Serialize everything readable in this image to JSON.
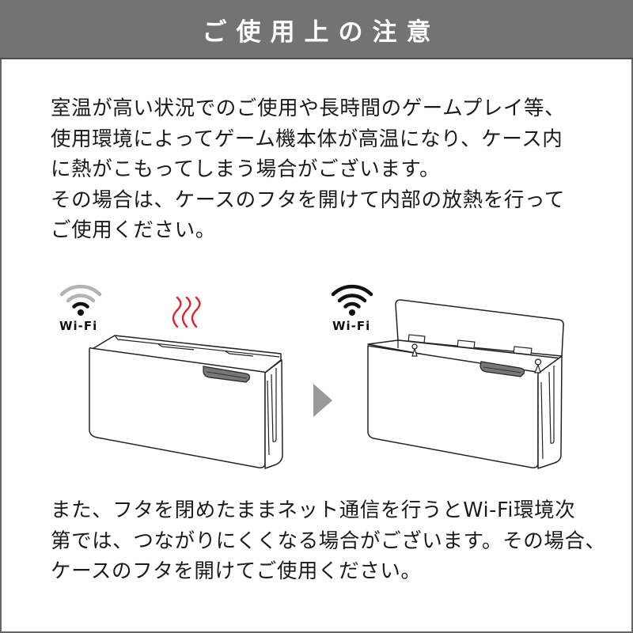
{
  "header": {
    "title": "ご使用上の注意",
    "background_color": "#737373",
    "text_color": "#ffffff"
  },
  "notice_paragraph_1": {
    "lines": [
      "室温が高い状況でのご使用や長時間のゲームプレイ等、",
      "使用環境によってゲーム機本体が高温になり、ケース内",
      "に熱がこもってしまう場合がございます。",
      "その場合は、ケースのフタを開けて内部の放熱を行って",
      "ご使用ください。"
    ]
  },
  "illustration": {
    "before": {
      "wifi_label": "Wi-Fi",
      "wifi_state": "weak-signal",
      "heat_icon": "heat-waves-icon",
      "heat_color": "#e0202a",
      "case_state": "lid-closed"
    },
    "arrow_icon": "right-triangle-arrow-icon",
    "arrow_color": "#999999",
    "after": {
      "wifi_label": "Wi-Fi",
      "wifi_state": "full-signal",
      "case_state": "lid-open"
    }
  },
  "notice_paragraph_2": {
    "lines": [
      "また、フタを閉めたままネット通信を行うとWi-Fi環境次",
      "第では、つながりにくくなる場合がございます。その場合、",
      "ケースのフタを開けてご使用ください。"
    ]
  }
}
